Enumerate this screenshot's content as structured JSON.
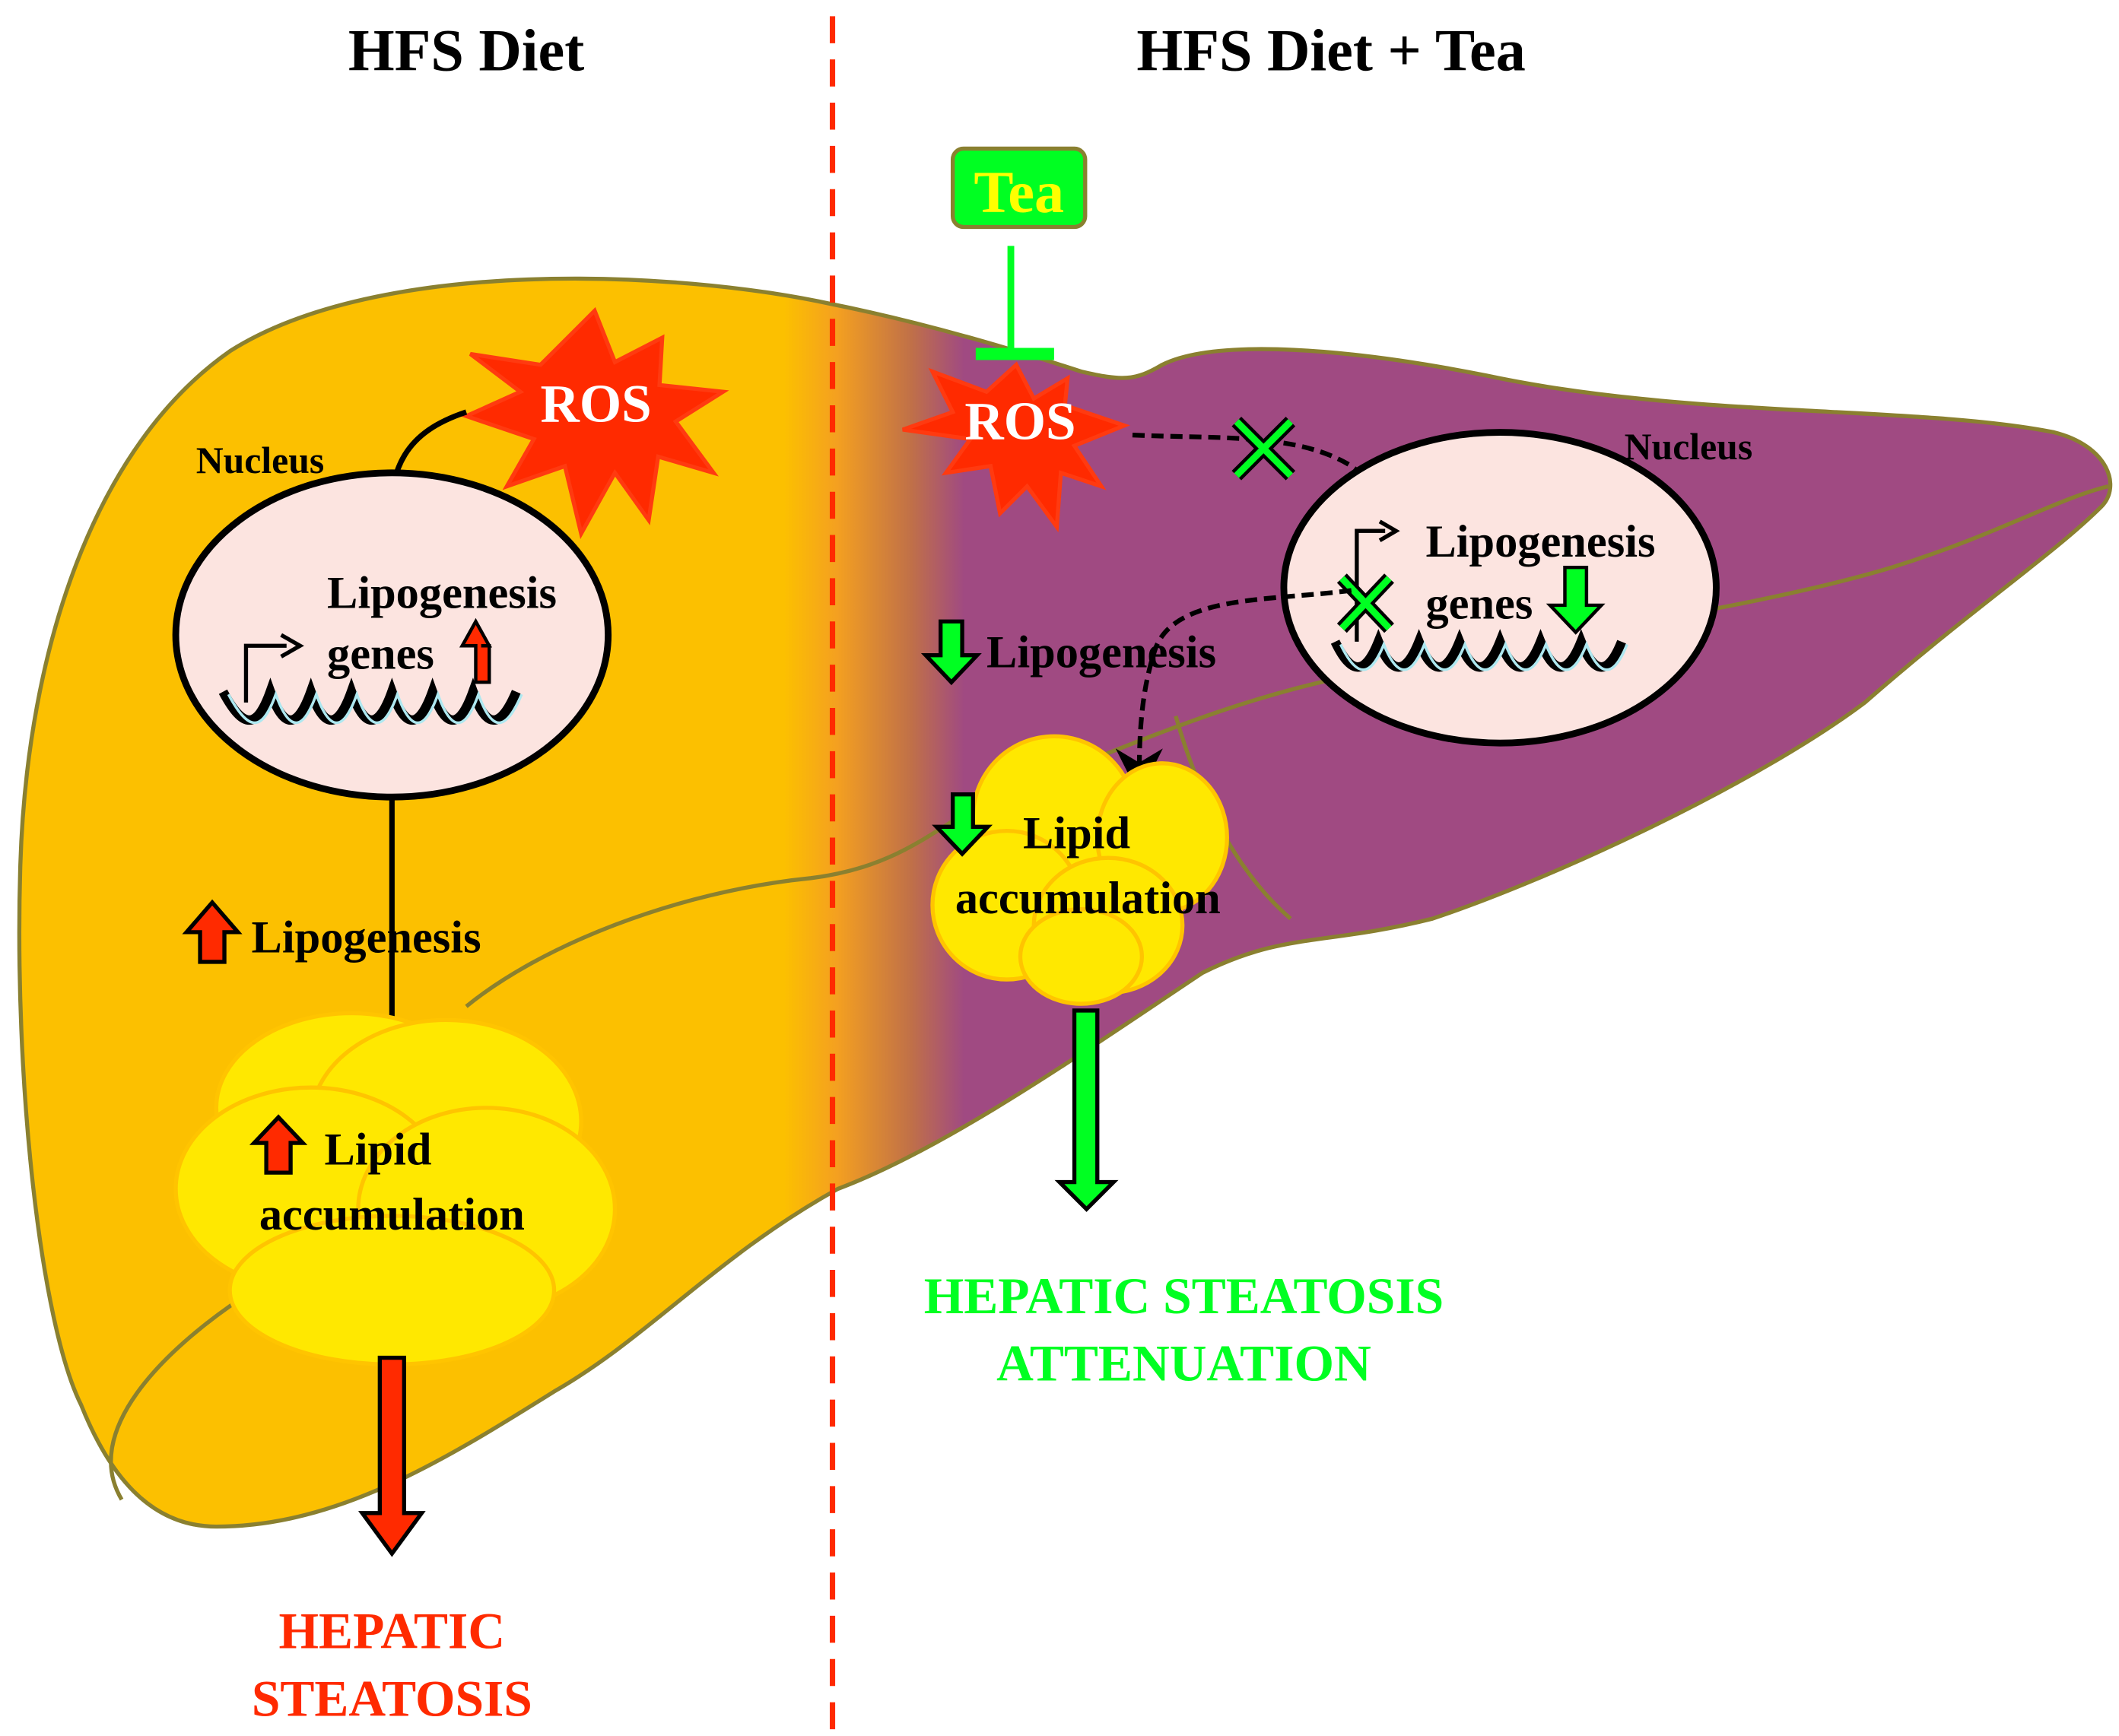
{
  "panels": {
    "left": {
      "title": "HFS Diet",
      "ros_label": "ROS",
      "nucleus_label": "Nucleus",
      "genes_line1": "Lipogenesis",
      "genes_line2": "genes",
      "lipogenesis_label": "Lipogenesis",
      "lipid_line1": "Lipid",
      "lipid_line2": "accumulation",
      "outcome_line1": "HEPATIC",
      "outcome_line2": "STEATOSIS",
      "direction": "up"
    },
    "right": {
      "title": "HFS Diet + Tea",
      "tea_label": "Tea",
      "ros_label": "ROS",
      "nucleus_label": "Nucleus",
      "genes_line1": "Lipogenesis",
      "genes_line2": "genes",
      "lipogenesis_label": "Lipogenesis",
      "lipid_line1": "Lipid",
      "lipid_line2": "accumulation",
      "outcome_line1": "HEPATIC STEATOSIS",
      "outcome_line2": "ATTENUATION",
      "direction": "down"
    }
  },
  "colors": {
    "liver_left": "#fcc000",
    "liver_right": "#a04a82",
    "liver_outline": "#8a8030",
    "ros_fill": "#ff2a00",
    "up_arrow": "#ff2a00",
    "down_arrow": "#00ff22",
    "nucleus_fill": "#fce4e0",
    "lipid_fill": "#ffe800",
    "divider": "#ff2a00",
    "tea_box": "#00ff22",
    "tea_text": "#ffff00"
  }
}
